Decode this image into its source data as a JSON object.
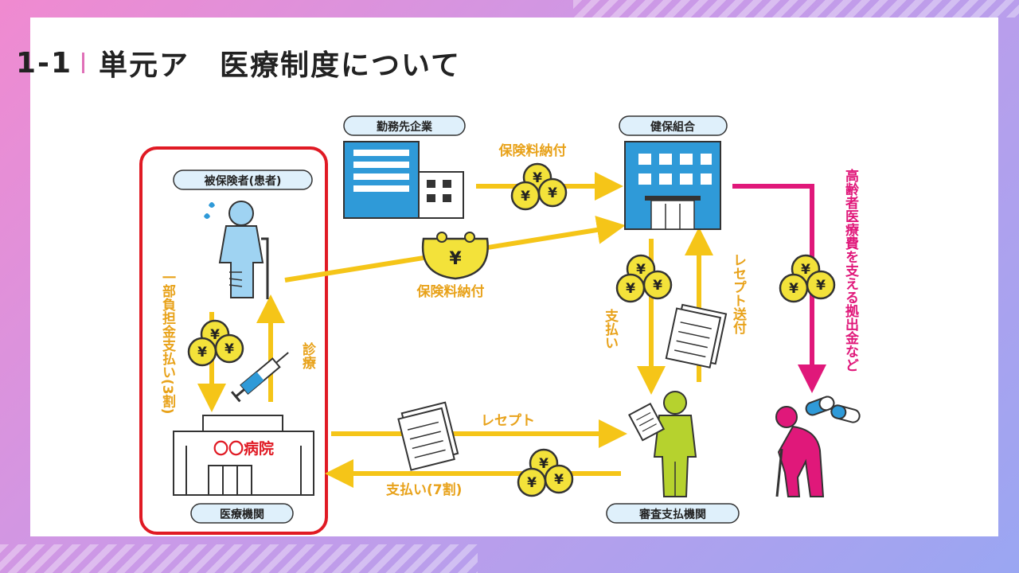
{
  "title": {
    "number": "1-1",
    "text": "単元ア　医療制度について"
  },
  "diagram": {
    "patient_label": "被保険者(患者)",
    "employer_label": "勤務先企業",
    "insurer_label": "健保組合",
    "hospital_label": "医療機関",
    "hospital_sign": "〇〇病院",
    "review_label": "審査支払機関",
    "premium_employer": "保険料納付",
    "premium_patient": "保険料納付",
    "copay": "一部負担金支払い(3割)",
    "treatment": "診療",
    "receipt_send": "レセプト送付",
    "payment_insurer": "支払い",
    "receipt": "レセプト",
    "payment_hospital": "支払い(7割)",
    "elderly": "高齢者医療費を支える拠出金など",
    "yen": "¥"
  },
  "colors": {
    "arrow_yellow": "#f5c518",
    "arrow_magenta": "#e0187a",
    "coin": "#f3e23a",
    "building_blue": "#2f9ad8",
    "label_pill": "#dff0fb",
    "highlight_red": "#e01a24",
    "text_orange": "#e8a21a"
  }
}
